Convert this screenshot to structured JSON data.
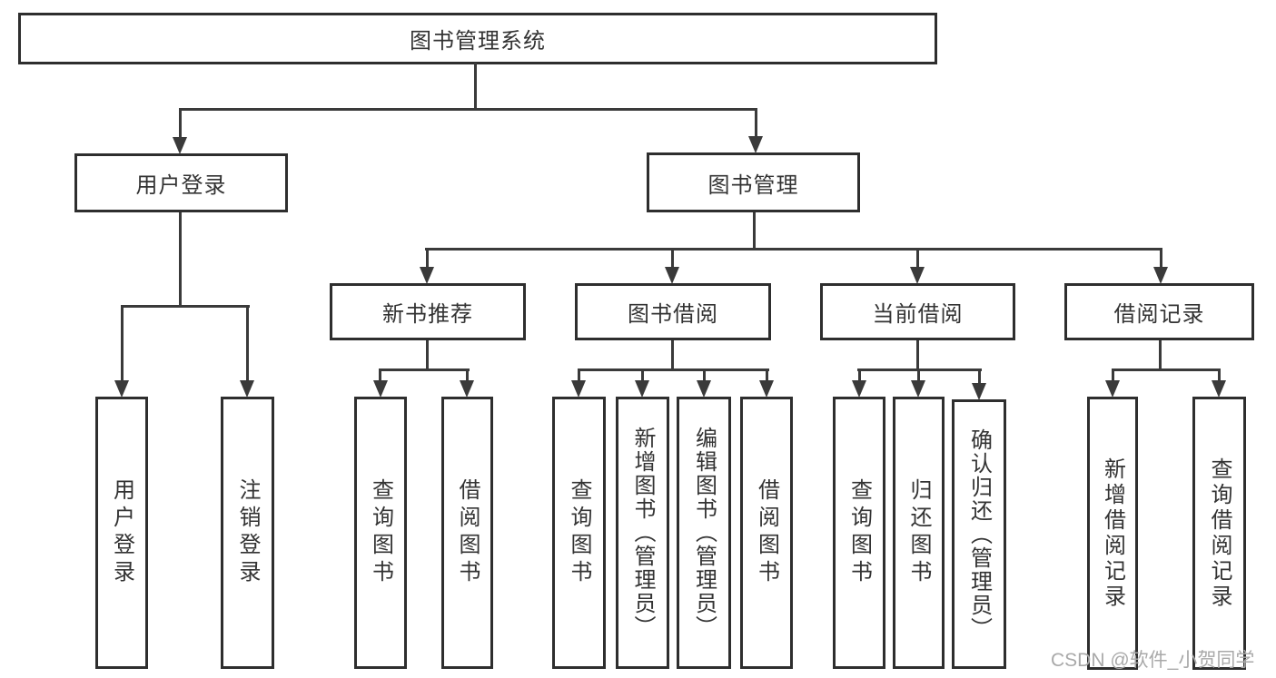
{
  "diagram": {
    "root": {
      "label": "图书管理系统"
    },
    "level1": [
      {
        "label": "用户登录"
      },
      {
        "label": "图书管理"
      }
    ],
    "level2": [
      {
        "label": "新书推荐"
      },
      {
        "label": "图书借阅"
      },
      {
        "label": "当前借阅"
      },
      {
        "label": "借阅记录"
      }
    ],
    "leaves": {
      "user_login": [
        {
          "label": "用户登录"
        },
        {
          "label": "注销登录"
        }
      ],
      "new_book": [
        {
          "label": "查询图书"
        },
        {
          "label": "借阅图书"
        }
      ],
      "book_borrow": [
        {
          "label": "查询图书"
        },
        {
          "label": "新增图书（管理员）"
        },
        {
          "label": "编辑图书（管理员）"
        },
        {
          "label": "借阅图书"
        }
      ],
      "current_borrow": [
        {
          "label": "查询图书"
        },
        {
          "label": "归还图书"
        },
        {
          "label": "确认归还（管理员）"
        }
      ],
      "borrow_records": [
        {
          "label": "新增借阅记录"
        },
        {
          "label": "查询借阅记录"
        }
      ]
    }
  },
  "watermark": {
    "text": "CSDN @软件_小贺同学"
  },
  "colors": {
    "line": "#3a3a3a",
    "box_border": "#2e2e2e",
    "text": "#333333",
    "background": "#ffffff",
    "watermark": "#a9a9a9"
  }
}
